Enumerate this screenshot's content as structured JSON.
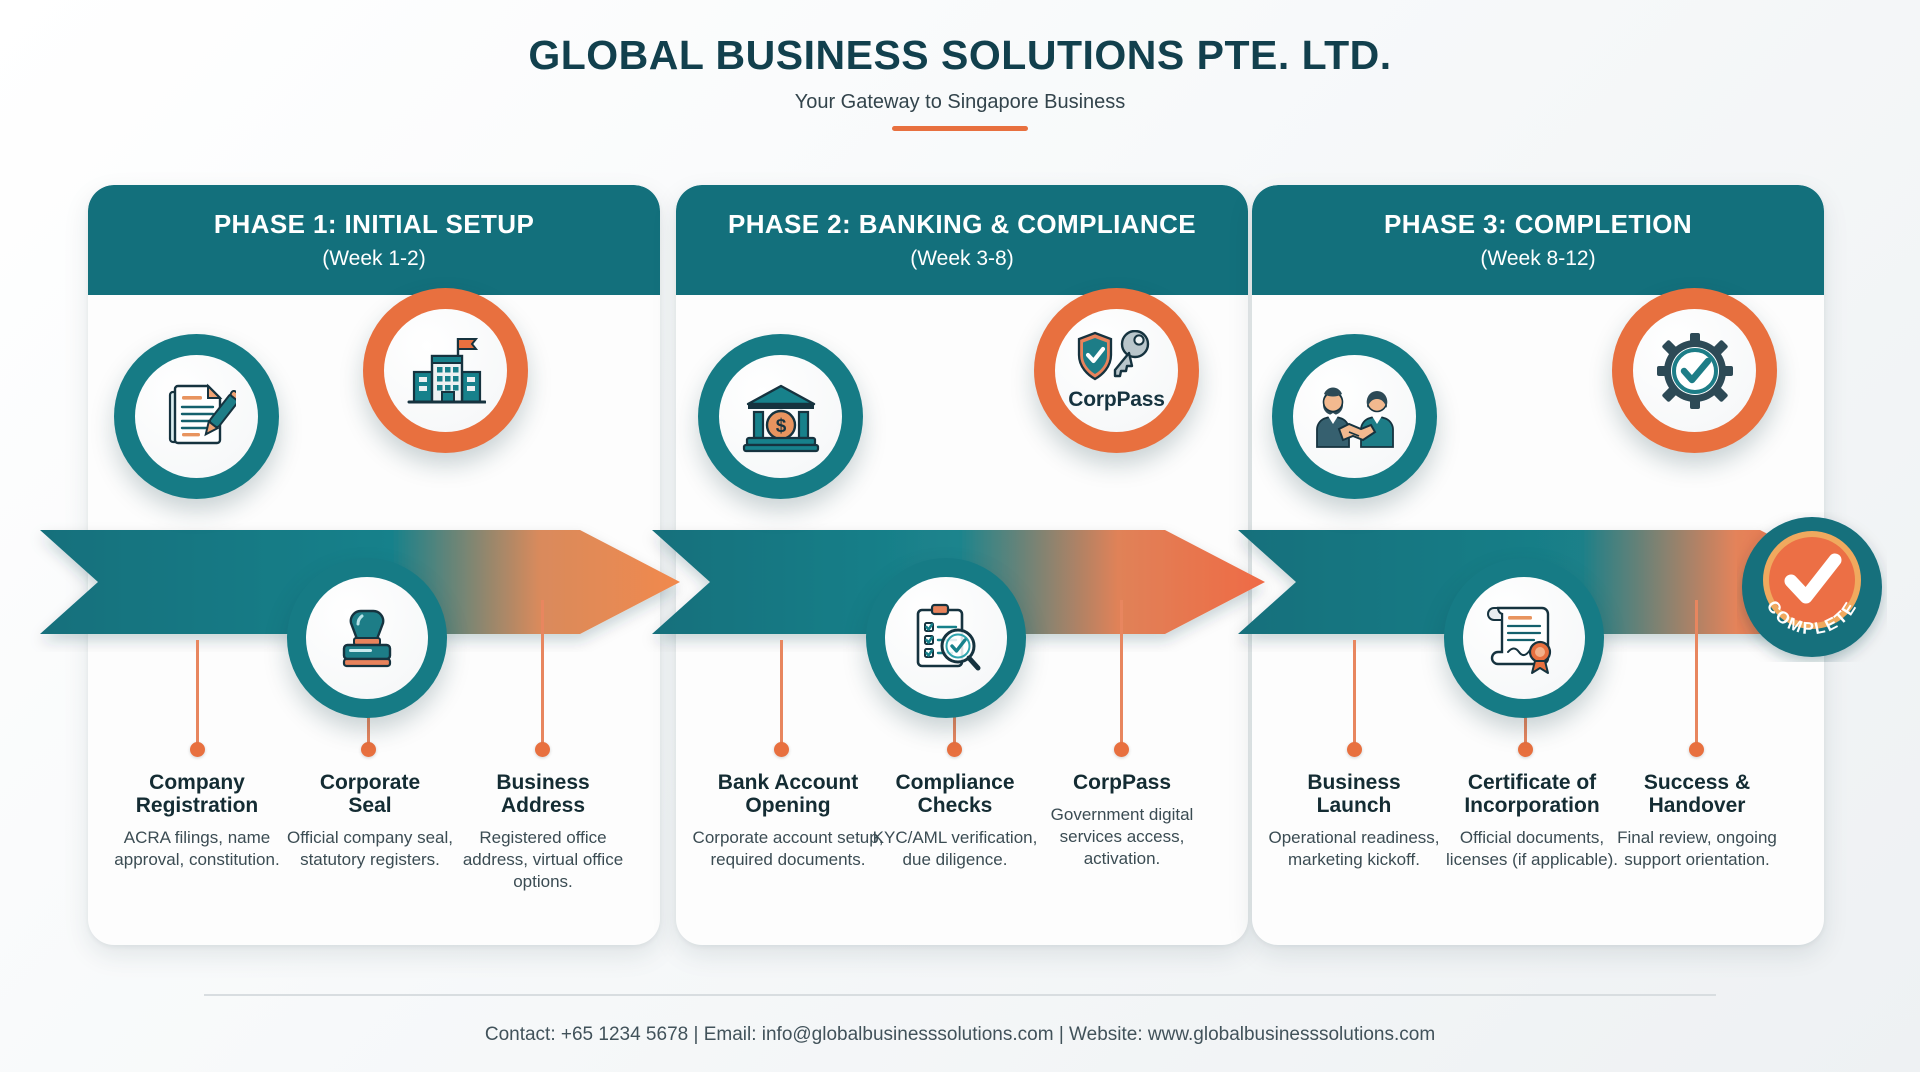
{
  "header": {
    "title": "GLOBAL BUSINESS SOLUTIONS PTE. LTD.",
    "subtitle": "Your Gateway to Singapore Business"
  },
  "colors": {
    "teal": "#13707c",
    "teal_dark": "#12404d",
    "orange": "#e8703f",
    "ink": "#142c33",
    "page_bg": "#f4f6f8"
  },
  "phases": [
    {
      "id": "phase-1",
      "title": "PHASE 1: INITIAL SETUP",
      "week": "(Week 1-2)",
      "steps": [
        {
          "title_line1": "Company",
          "title_line2": "Registration",
          "desc": "ACRA filings, name approval, constitution.",
          "icon": "document-pen-icon",
          "ring_color": "teal"
        },
        {
          "title_line1": "Corporate",
          "title_line2": "Seal",
          "desc": "Official company seal, statutory registers.",
          "icon": "rubber-stamp-icon",
          "ring_color": "teal"
        },
        {
          "title_line1": "Business",
          "title_line2": "Address",
          "desc": "Registered office address, virtual office options.",
          "icon": "office-building-icon",
          "ring_color": "orange"
        }
      ]
    },
    {
      "id": "phase-2",
      "title": "PHASE 2: BANKING & COMPLIANCE",
      "week": "(Week 3-8)",
      "steps": [
        {
          "title_line1": "Bank Account",
          "title_line2": "Opening",
          "desc": "Corporate account setup, required documents.",
          "icon": "bank-icon",
          "ring_color": "teal"
        },
        {
          "title_line1": "Compliance",
          "title_line2": "Checks",
          "desc": "KYC/AML verification, due diligence.",
          "icon": "clipboard-magnifier-icon",
          "ring_color": "teal"
        },
        {
          "title_line1": "CorpPass",
          "title_line2": "",
          "desc": "Government digital services access, activation.",
          "icon": "shield-key-icon",
          "icon_label": "CorpPass",
          "ring_color": "orange"
        }
      ]
    },
    {
      "id": "phase-3",
      "title": "PHASE 3: COMPLETION",
      "week": "(Week 8-12)",
      "steps": [
        {
          "title_line1": "Business",
          "title_line2": "Launch",
          "desc": "Operational readiness, marketing kickoff.",
          "icon": "handshake-people-icon",
          "ring_color": "teal"
        },
        {
          "title_line1": "Certificate of",
          "title_line2": "Incorporation",
          "desc": "Official documents, licenses (if applicable).",
          "icon": "certificate-ribbon-icon",
          "ring_color": "teal"
        },
        {
          "title_line1": "Success &",
          "title_line2": "Handover",
          "desc": "Final review, ongoing support orientation.",
          "icon": "gear-check-icon",
          "ring_color": "orange"
        }
      ]
    }
  ],
  "complete_badge": {
    "label": "COMPLETE",
    "icon": "checkmark-icon"
  },
  "footer": {
    "text": "Contact: +65 1234 5678  |  Email: info@globalbusinesssolutions.com  |  Website: www.globalbusinesssolutions.com"
  }
}
